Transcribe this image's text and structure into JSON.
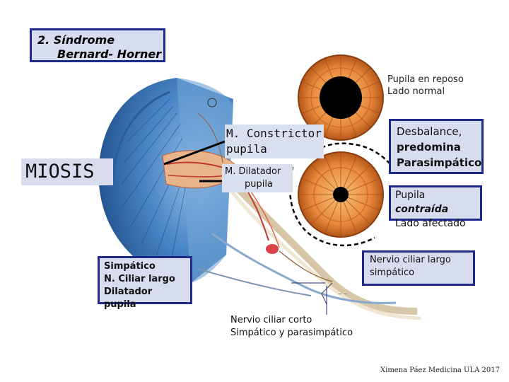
{
  "title": {
    "line1": "2. Síndrome",
    "line2": "Bernard- Horner"
  },
  "normal_pupil": {
    "line1": "Pupila en reposo",
    "line2": "Lado normal"
  },
  "miosis": "MIOSIS",
  "constrictor": {
    "line1": "M. Constrictor",
    "line2": "pupila"
  },
  "dilatador": {
    "line1": "M. Dilatador",
    "line2": "pupila"
  },
  "imbalance": {
    "line1": "Desbalance,",
    "line2": "predomina",
    "line3": "Parasimpático"
  },
  "affected_pupil": {
    "prefix": "Pupila ",
    "emph": "contraída",
    "line2": "Lado afectado"
  },
  "sympathetic": {
    "line1": "Simpático",
    "line2": "N. Ciliar largo",
    "line3": "Dilatador pupila"
  },
  "long_ciliary": {
    "line1": "Nervio ciliar largo",
    "line2": "simpático"
  },
  "short_ciliary": {
    "line1": "Nervio ciliar corto",
    "line2": "Simpático y parasimpático"
  },
  "credit": "Ximena Páez Medicina ULA 2017",
  "colors": {
    "box_border": "#1f2a8a",
    "box_fill": "#d8dcef",
    "iris": "#e8893a",
    "eye_blue": "#4a86c6"
  }
}
